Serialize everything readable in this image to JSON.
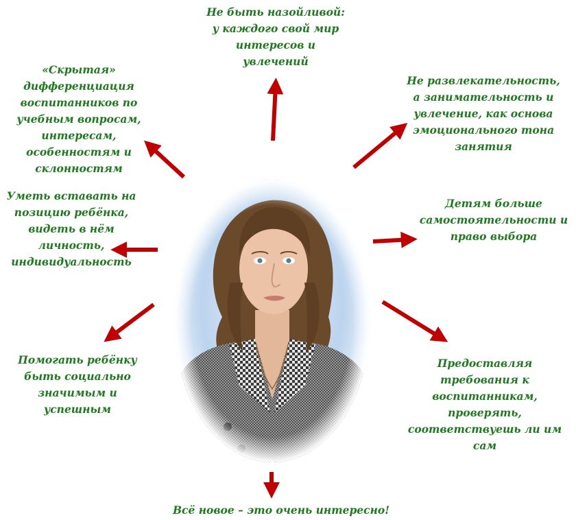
{
  "colors": {
    "text": "#1f7a1f",
    "arrow": "#c00000",
    "portrait_bg": "#bcd4ee"
  },
  "center": {
    "portrait": "teacher-portrait"
  },
  "statements": {
    "top": "Не быть назойливой:\nу каждого свой мир\nинтересов и\nувлечений",
    "top_left": "«Скрытая»\nдифференциация\nвоспитанников по\nучебным вопросам,\nинтересам,\nособенностям и\nсклонностям",
    "top_right": "Не развлекательность,\nа занимательность и\nувлечение, как основа\nэмоционального тона\nзанятия",
    "left": "Уметь вставать на\nпозицию ребёнка,\nвидеть в нём\nличность,\nиндивидуальность",
    "right": "Детям больше\nсамостоятельности  и\nправо выбора",
    "bottom_left": "Помогать ребёнку\nбыть социально\nзначимым и\nуспешным",
    "bottom_right": "Предоставляя\nтребования к\nвоспитанникам,\nпроверять,\nсоответствуешь ли им\nсам",
    "bottom": "Всё новое – это очень интересно!"
  }
}
